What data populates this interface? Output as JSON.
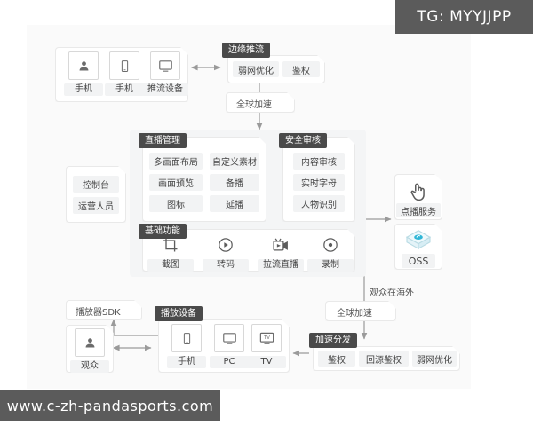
{
  "watermarks": {
    "telegram": "TG: MYYJJPP",
    "site": "www.c-zh-pandasports.com"
  },
  "diagram": {
    "type": "architecture-flow",
    "capture_devices": {
      "items": [
        {
          "label": "手机",
          "icon": "user-avatar-icon"
        },
        {
          "label": "手机",
          "icon": "mobile-phone-icon"
        },
        {
          "label": "推流设备",
          "icon": "monitor-icon"
        }
      ]
    },
    "edge_push": {
      "title": "边缘推流",
      "items": [
        "弱网优化",
        "鉴权"
      ]
    },
    "global_accel_top": {
      "label": "全球加速"
    },
    "console": {
      "items": [
        "控制台",
        "运营人员"
      ]
    },
    "live_management": {
      "title": "直播管理",
      "items": [
        "多画面布局",
        "自定义素材",
        "画面预览",
        "备播",
        "图标",
        "延播"
      ]
    },
    "security_audit": {
      "title": "安全审核",
      "items": [
        "内容审核",
        "实时字母",
        "人物识别"
      ]
    },
    "basic_functions": {
      "title": "基础功能",
      "items": [
        {
          "label": "截图",
          "icon": "crop-icon"
        },
        {
          "label": "转码",
          "icon": "transcode-icon"
        },
        {
          "label": "拉流直播",
          "icon": "pull-stream-icon"
        },
        {
          "label": "录制",
          "icon": "record-icon"
        }
      ]
    },
    "services": {
      "items": [
        {
          "label": "点播服务",
          "icon": "hand-click-icon"
        },
        {
          "label": "OSS",
          "icon": "storage-cube-icon"
        }
      ]
    },
    "overseas_note": {
      "label": "观众在海外"
    },
    "global_accel_bottom": {
      "label": "全球加速"
    },
    "accel_distribution": {
      "title": "加速分发",
      "items": [
        "鉴权",
        "回源鉴权",
        "弱网优化"
      ]
    },
    "player_sdk": {
      "label": "播放器SDK"
    },
    "audience": {
      "label": "观众",
      "icon": "user-avatar-icon"
    },
    "playback_devices": {
      "title": "播放设备",
      "items": [
        {
          "label": "手机",
          "icon": "mobile-phone-icon"
        },
        {
          "label": "PC",
          "icon": "monitor-icon"
        },
        {
          "label": "TV",
          "icon": "tv-icon"
        }
      ]
    }
  },
  "colors": {
    "canvas": "#fafafa",
    "tag": "#4a4a4a",
    "chip": "#f2f3f4",
    "panel": "#f4f5f6",
    "wire": "#9a9a9a",
    "watermark": "#5b5b5b"
  }
}
